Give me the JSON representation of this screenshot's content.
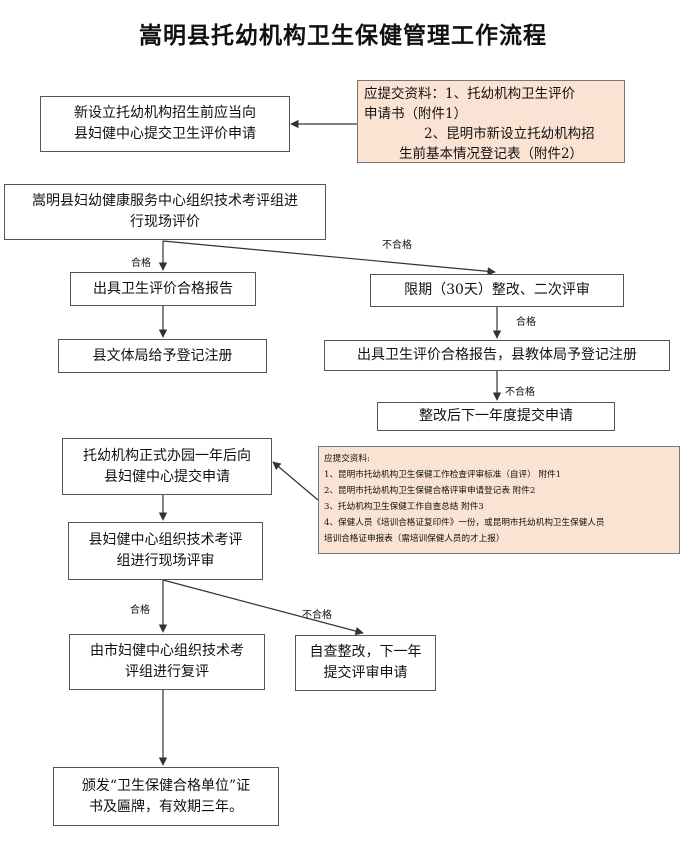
{
  "title": "嵩明县托幼机构卫生保健管理工作流程",
  "boxes": {
    "apply_new": [
      "新设立托幼机构招生前应当向",
      "县妇健中心提交卫生评价申请"
    ],
    "onsite_eval": [
      "嵩明县妇幼健康服务中心组织技术考评组进",
      "行现场评价"
    ],
    "qualified_report": "出具卫生评价合格报告",
    "rectify_30": "限期（30天）整改、二次评审",
    "registration": "县文体局给予登记注册",
    "report_register": "出具卫生评价合格报告，县教体局予登记注册",
    "next_year": "整改后下一年度提交申请",
    "one_year_apply": [
      "托幼机构正式办园一年后向",
      "县妇健中心提交申请"
    ],
    "onsite_review": [
      "县妇健中心组织技术考评",
      "组进行现场评审"
    ],
    "city_review": [
      "由市妇健中心组织技术考",
      "评组进行复评"
    ],
    "self_check": [
      "自查整改，下一年",
      "提交评审申请"
    ],
    "award": [
      "颁发“卫生保健合格单位”证",
      "书及匾牌，有效期三年。"
    ]
  },
  "notes": {
    "initial_materials": [
      "应提交资料：1、托幼机构卫生评价",
      "申请书（附件1）",
      "2、昆明市新设立托幼机构招",
      "生前基本情况登记表（附件2）"
    ],
    "annual_materials": [
      "应提交资料:",
      "1、昆明市托幼机构卫生保健工作检查评审标准（自评）  附件1",
      "2、昆明市托幼机构卫生保健合格评审申请登记表      附件2",
      "3、托幼机构卫生保健工作自查总结  附件3",
      "4、保健人员《培训合格证复印件》一份，或昆明市托幼机构卫生保健人员",
      "培训合格证申报表（需培训保健人员的才上报）"
    ]
  },
  "labels": {
    "pass_1": "合格",
    "fail_1": "不合格",
    "pass_2": "合格",
    "fail_2": "不合格",
    "pass_3": "合格",
    "fail_3": "不合格"
  }
}
